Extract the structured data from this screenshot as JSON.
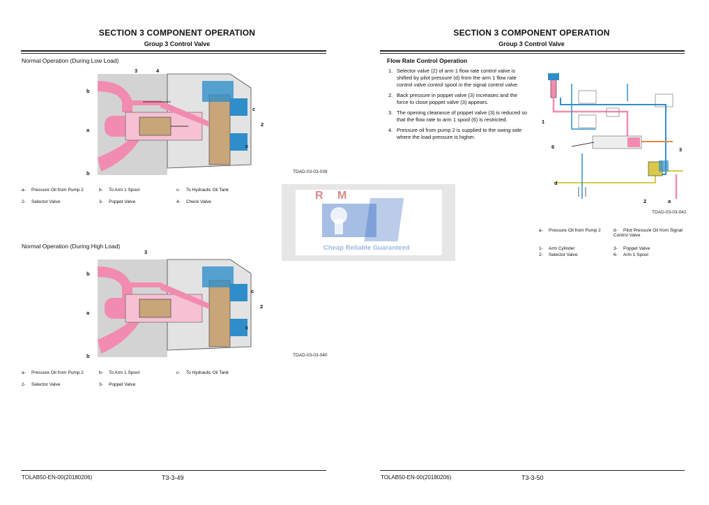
{
  "left_page": {
    "section_title": "SECTION 3 COMPONENT OPERATION",
    "group_title": "Group 3 Control Valve",
    "fig1": {
      "heading": "Normal Operation (During Low Load)",
      "fig_id": "TDAD-03-03-039",
      "callouts": [
        "3",
        "4",
        "b",
        "a",
        "b",
        "c",
        "2",
        "c"
      ],
      "legend": [
        {
          "key": "a-",
          "text": "Pressure Oil from Pump 2"
        },
        {
          "key": "b-",
          "text": "To Arm 1 Spool"
        },
        {
          "key": "c-",
          "text": "To Hydraulic Oil Tank"
        },
        {
          "key": "2-",
          "text": "Selector Valve"
        },
        {
          "key": "3-",
          "text": "Poppet Valve"
        },
        {
          "key": "4-",
          "text": "Check Valve"
        }
      ]
    },
    "fig2": {
      "heading": "Normal Operation (During High Load)",
      "fig_id": "TDAD-03-03-040",
      "callouts": [
        "3",
        "b",
        "a",
        "b",
        "c",
        "2",
        "c"
      ],
      "legend": [
        {
          "key": "a-",
          "text": "Pressure Oil from Pump 2"
        },
        {
          "key": "b-",
          "text": "To Arm 1 Spool"
        },
        {
          "key": "c-",
          "text": "To Hydraulic Oil Tank"
        },
        {
          "key": "2-",
          "text": "Selector Valve"
        },
        {
          "key": "3-",
          "text": "Poppet Valve"
        }
      ]
    },
    "footer_code": "TOLAB50-EN-00(20180206)",
    "page_number": "T3-3-49"
  },
  "right_page": {
    "section_title": "SECTION 3 COMPONENT OPERATION",
    "group_title": "Group 3 Control Valve",
    "heading": "Flow Rate Control Operation",
    "steps": [
      {
        "n": "1.",
        "text": "Selector valve (2) of arm 1 flow rate control valve is shifted by pilot pressure (d) from the arm 1 flow rate control valve control spool in the signal control valve."
      },
      {
        "n": "2.",
        "text": "Back pressure in poppet valve (3) increases and the force to close poppet valve (3) appears."
      },
      {
        "n": "3.",
        "text": "The opening clearance of poppet valve (3) is reduced so that the flow rate to arm 1 spool (6) is restricted."
      },
      {
        "n": "4.",
        "text": "Pressure oil from pump 2 is supplied to the swing side where the load pressure is higher."
      }
    ],
    "fig_id": "TDAD-03-03-042",
    "callouts": [
      "1",
      "6",
      "3",
      "d",
      "2",
      "a"
    ],
    "legend": [
      {
        "key": "a-",
        "text": "Pressure Oil from Pump 2"
      },
      {
        "key": "d-",
        "text": "Pilot Pressure Oil from Signal Control Valve"
      },
      {
        "key": "1-",
        "text": "Arm Cylinder"
      },
      {
        "key": "3-",
        "text": "Poppet Valve"
      },
      {
        "key": "2-",
        "text": "Selector Valve"
      },
      {
        "key": "6-",
        "text": "Arm 1 Spool"
      }
    ],
    "footer_code": "TOLAB50-EN-00(20180206)",
    "page_number": "T3-3-50"
  },
  "watermark": {
    "logo_text": "R M",
    "tagline": "Cheap Reliable Guaranteed"
  },
  "colors": {
    "pressure_pink": "#f28bb0",
    "tank_blue": "#2f8ec9",
    "pilot_yellow": "#d9c84a",
    "valve_tan": "#c9a57a",
    "body_gray": "#cfcfcf",
    "watermark_blue": "#3a6ec4",
    "watermark_red": "#d36b6b"
  }
}
